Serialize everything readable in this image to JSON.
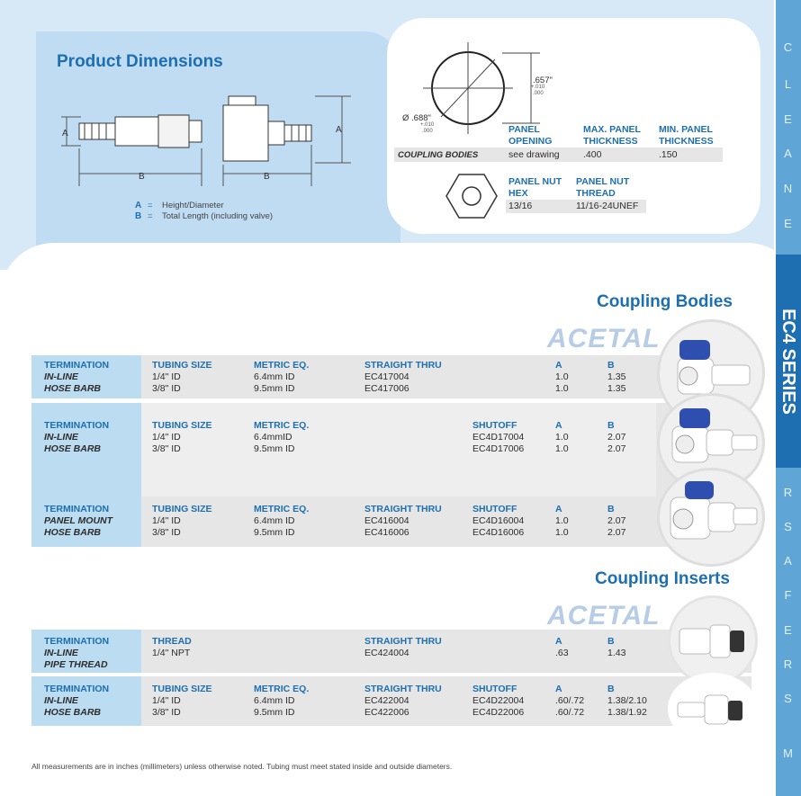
{
  "sidebar": {
    "letters_top": [
      "C",
      "L",
      "E",
      "A",
      "N",
      "E"
    ],
    "series": "EC4 SERIES",
    "letters_bottom": [
      "R",
      "S",
      "A",
      "F",
      "E",
      "R",
      "S",
      "M"
    ]
  },
  "dimensions": {
    "title": "Product Dimensions",
    "legend": [
      {
        "key": "A",
        "sep": "=",
        "text": "Height/Diameter"
      },
      {
        "key": "B",
        "sep": "=",
        "text": "Total Length (including valve)"
      }
    ],
    "diagram_labels": {
      "a": "A",
      "b": "B"
    }
  },
  "cutout": {
    "dia_label": "Ø .688\"",
    "dia_tol1": "+.010",
    "dia_tol2": ".000",
    "flat_label": ".657\"",
    "flat_tol1": "+.010",
    "flat_tol2": ".000",
    "headers": [
      "PANEL OPENING",
      "MAX. PANEL THICKNESS",
      "MIN. PANEL THICKNESS"
    ],
    "row_label": "COUPLING BODIES",
    "row": [
      "see drawing",
      ".400",
      ".150"
    ],
    "nut_headers": [
      "PANEL NUT HEX",
      "PANEL NUT THREAD"
    ],
    "nut_row": [
      "13/16",
      "11/16-24UNEF"
    ]
  },
  "bodies": {
    "title": "Coupling Bodies",
    "material": "ACETAL",
    "tables": [
      {
        "term_label": "TERMINATION",
        "term": [
          "IN-LINE",
          "HOSE BARB"
        ],
        "headers": [
          "TUBING SIZE",
          "METRIC EQ.",
          "STRAIGHT THRU",
          "A",
          "B"
        ],
        "rows": [
          [
            "1/4\" ID",
            "6.4mm ID",
            "EC417004",
            "1.0",
            "1.35"
          ],
          [
            "3/8\" ID",
            "9.5mm ID",
            "EC417006",
            "1.0",
            "1.35"
          ]
        ]
      },
      {
        "term_label": "TERMINATION",
        "term": [
          "IN-LINE",
          "HOSE BARB"
        ],
        "headers": [
          "TUBING SIZE",
          "METRIC EQ.",
          "SHUTOFF",
          "A",
          "B"
        ],
        "rows": [
          [
            "1/4\" ID",
            "6.4mmID",
            "EC4D17004",
            "1.0",
            "2.07"
          ],
          [
            "3/8\" ID",
            "9.5mm ID",
            "EC4D17006",
            "1.0",
            "2.07"
          ]
        ]
      },
      {
        "term_label": "TERMINATION",
        "term": [
          "PANEL MOUNT",
          "HOSE BARB"
        ],
        "headers": [
          "TUBING SIZE",
          "METRIC EQ.",
          "STRAIGHT THRU",
          "SHUTOFF",
          "A",
          "B"
        ],
        "rows": [
          [
            "1/4\" ID",
            "6.4mm ID",
            "EC416004",
            "EC4D16004",
            "1.0",
            "2.07"
          ],
          [
            "3/8\" ID",
            "9.5mm ID",
            "EC416006",
            "EC4D16006",
            "1.0",
            "2.07"
          ]
        ]
      }
    ]
  },
  "inserts": {
    "title": "Coupling Inserts",
    "material": "ACETAL",
    "tables": [
      {
        "term_label": "TERMINATION",
        "term": [
          "IN-LINE",
          "PIPE THREAD"
        ],
        "headers": [
          "THREAD",
          "STRAIGHT THRU",
          "A",
          "B"
        ],
        "rows": [
          [
            "1/4\" NPT",
            "EC424004",
            ".63",
            "1.43"
          ]
        ]
      },
      {
        "term_label": "TERMINATION",
        "term": [
          "IN-LINE",
          "HOSE BARB"
        ],
        "headers": [
          "TUBING SIZE",
          "METRIC EQ.",
          "STRAIGHT THRU",
          "SHUTOFF",
          "A",
          "B"
        ],
        "rows": [
          [
            "1/4\" ID",
            "6.4mm ID",
            "EC422004",
            "EC4D22004",
            ".60/.72",
            "1.38/2.10"
          ],
          [
            "3/8\" ID",
            "9.5mm ID",
            "EC422006",
            "EC4D22006",
            ".60/.72",
            "1.38/1.92"
          ]
        ]
      }
    ]
  },
  "footnote": "All measurements are in inches (millimeters) unless otherwise noted. Tubing must meet stated inside and outside diameters.",
  "colors": {
    "accent": "#1d6fb1",
    "panel": "#bfdcf3",
    "band": "#d7e9f7",
    "row": "#e6e6e6"
  }
}
